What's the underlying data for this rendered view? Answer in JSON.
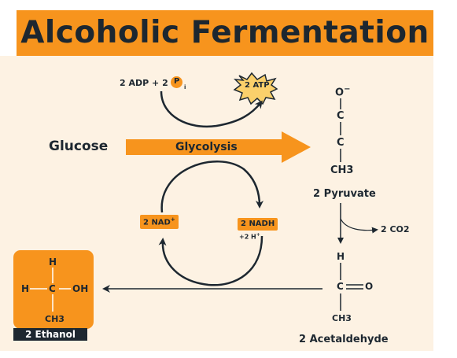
{
  "title": "Alcoholic Fermentation",
  "inputs": {
    "adp_label": "2 ADP + 2",
    "phosphate_symbol": "P",
    "phosphate_subscript": "i",
    "atp_label": "2 ATP"
  },
  "glucose_label": "Glucose",
  "glycolysis_label": "Glycolysis",
  "nad_label": "2 NAD",
  "nad_charge": "+",
  "nadh_label": "2 NADH",
  "h_label": "+2 H",
  "h_charge": "+",
  "pyruvate": {
    "o_atom": "O",
    "o_charge": "−",
    "c1": "C",
    "c2": "C",
    "ch3": "CH3",
    "label": "2 Pyruvate"
  },
  "co2_label": "2 CO2",
  "acetaldehyde": {
    "h_atom": "H",
    "c_atom": "C",
    "o_atom": "O",
    "ch3": "CH3",
    "label": "2 Acetaldehyde"
  },
  "ethanol": {
    "h_top": "H",
    "h_left": "H",
    "c_atom": "C",
    "oh": "OH",
    "ch3": "CH3",
    "label": "2 Ethanol"
  },
  "colors": {
    "orange": "#f7941d",
    "dark": "#1d2730",
    "background": "#fdf2e3",
    "starburst": "#fbd06b"
  }
}
